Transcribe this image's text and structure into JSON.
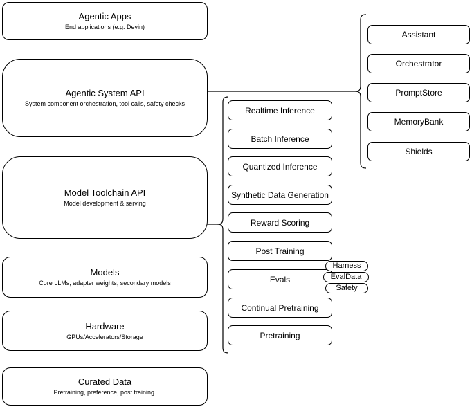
{
  "diagram": {
    "left_stack": [
      {
        "title": "Agentic Apps",
        "subtitle": "End applications (e.g. Devin)"
      },
      {
        "title": "Agentic System API",
        "subtitle": "System component orchestration, tool calls, safety checks"
      },
      {
        "title": "Model Toolchain API",
        "subtitle": "Model development & serving"
      },
      {
        "title": "Models",
        "subtitle": "Core LLMs, adapter weights, secondary models"
      },
      {
        "title": "Hardware",
        "subtitle": "GPUs/Accelerators/Storage"
      },
      {
        "title": "Curated Data",
        "subtitle": "Pretraining, preference, post training."
      }
    ],
    "toolchain_items": [
      "Realtime Inference",
      "Batch Inference",
      "Quantized Inference",
      "Synthetic Data Generation",
      "Reward Scoring",
      "Post Training",
      "Evals",
      "Continual Pretraining",
      "Pretraining"
    ],
    "eval_tags": [
      "Harness",
      "EvalData",
      "Safety"
    ],
    "system_components": [
      "Assistant",
      "Orchestrator",
      "PromptStore",
      "MemoryBank",
      "Shields"
    ],
    "colors": {
      "stroke": "#000000",
      "fill": "#ffffff"
    }
  }
}
